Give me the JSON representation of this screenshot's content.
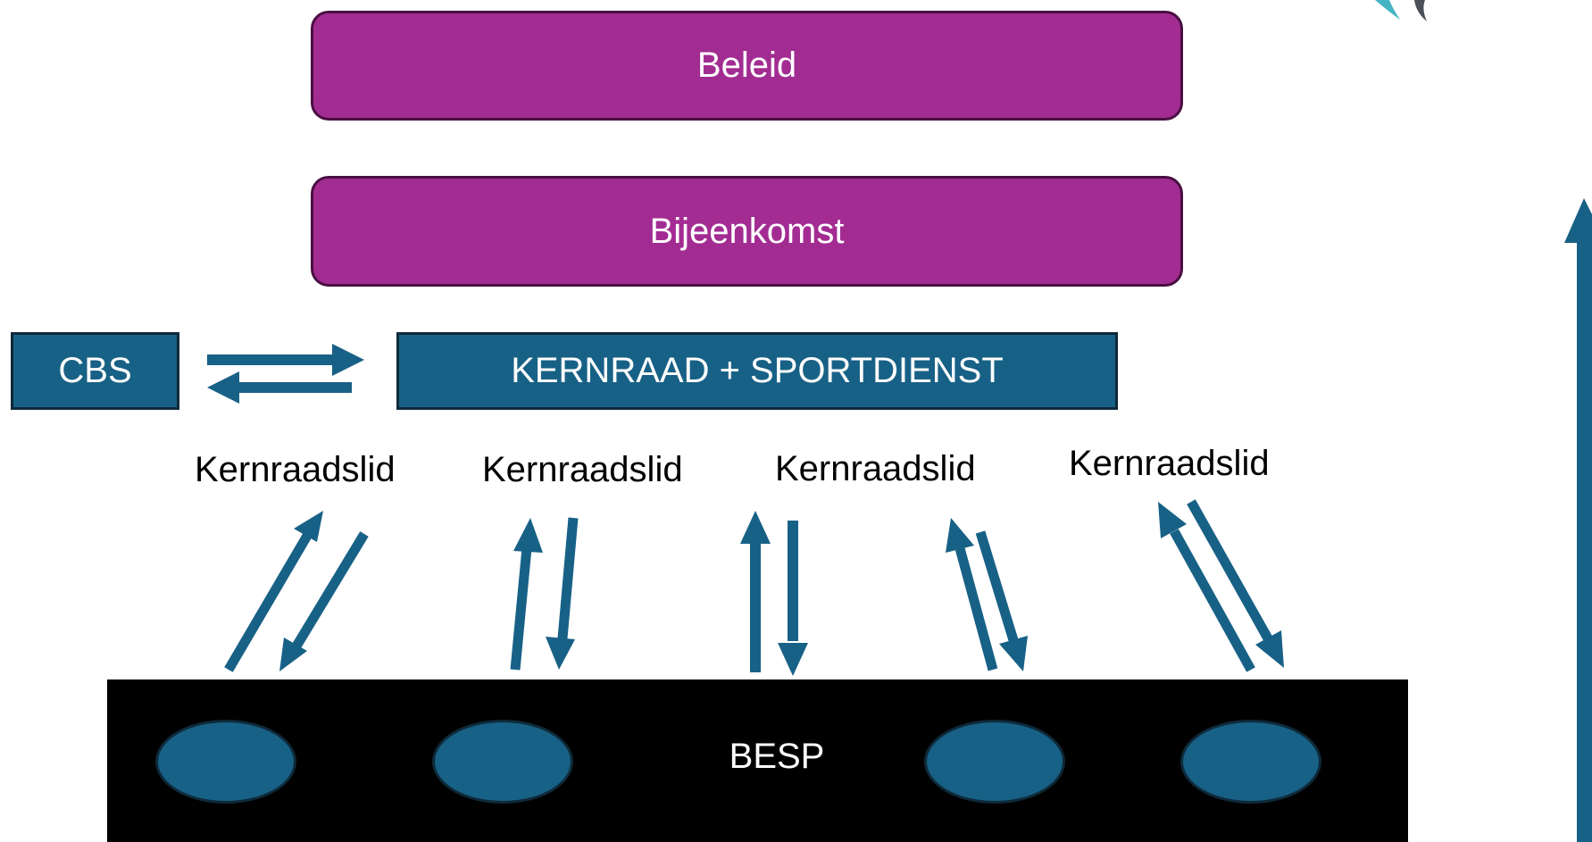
{
  "boxes": {
    "beleid": "Beleid",
    "bijeenkomst": "Bijeenkomst",
    "cbs": "CBS",
    "kernraad": "KERNRAAD + SPORTDIENST"
  },
  "members": [
    "Kernraadslid",
    "Kernraadslid",
    "Kernraadslid",
    "Kernraadslid"
  ],
  "besp": {
    "label": "BESP"
  },
  "colors": {
    "purple": "#a22c92",
    "teal": "#186186",
    "black": "#000000"
  },
  "icons": {
    "logo": "logo-fragment",
    "arrow": "arrow-icon"
  }
}
